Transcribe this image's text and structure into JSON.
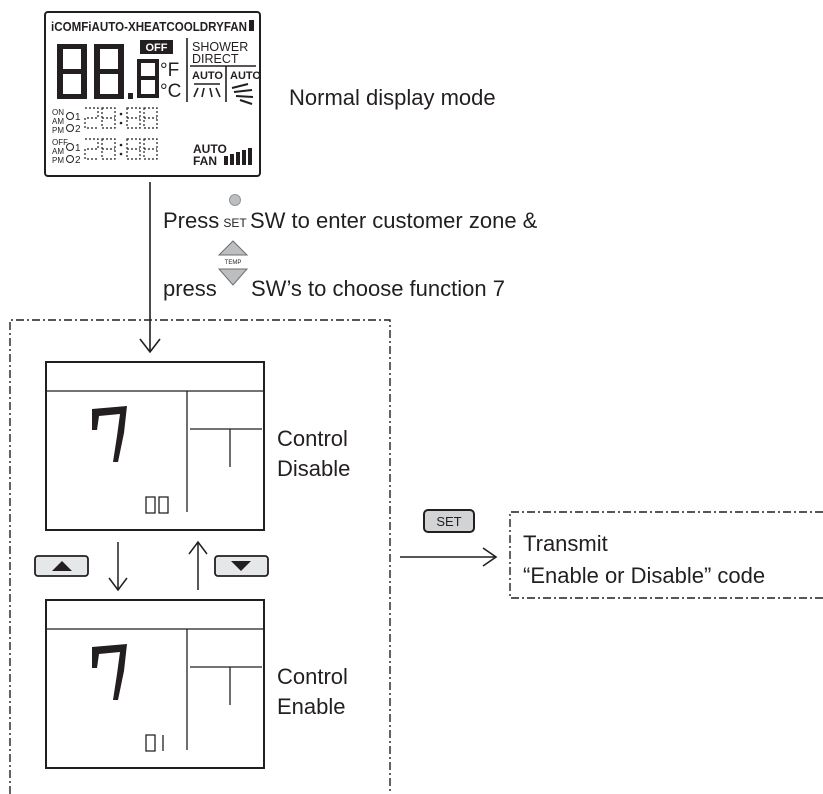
{
  "top_display": {
    "mode_bar": "iCOMFiAUTO-XHEATCOOLDRYFAN",
    "off_badge": "OFF",
    "temp_digits": "88.8",
    "unit_f": "°F",
    "unit_c": "°C",
    "shower_line1": "SHOWER",
    "shower_line2": "DIRECT",
    "auto_left": "AUTO",
    "auto_right": "AUTO",
    "timer_on_1": "ON",
    "timer_on_2": "AM",
    "timer_on_3": "PM",
    "timer_off_1": "OFF",
    "timer_off_2": "AM",
    "timer_off_3": "PM",
    "timer_idx_1": "1",
    "timer_idx_2": "2",
    "auto_fan_1": "AUTO",
    "auto_fan_2": "FAN"
  },
  "labels": {
    "normal_display": "Normal display mode",
    "press1_a": "Press",
    "set_small": "SET",
    "press1_b": "SW to enter customer zone &",
    "press2_a": "press",
    "temp_small": "TEMP",
    "press2_b": "SW’s to choose function 7",
    "control_disable_1": "Control",
    "control_disable_2": "Disable",
    "control_enable_1": "Control",
    "control_enable_2": "Enable",
    "set_button": "SET",
    "transmit_1": "Transmit",
    "transmit_2": "“Enable or Disable” code"
  },
  "panel_disable": {
    "digit": "7",
    "code": "00"
  },
  "panel_enable": {
    "digit": "7",
    "code": "01"
  }
}
